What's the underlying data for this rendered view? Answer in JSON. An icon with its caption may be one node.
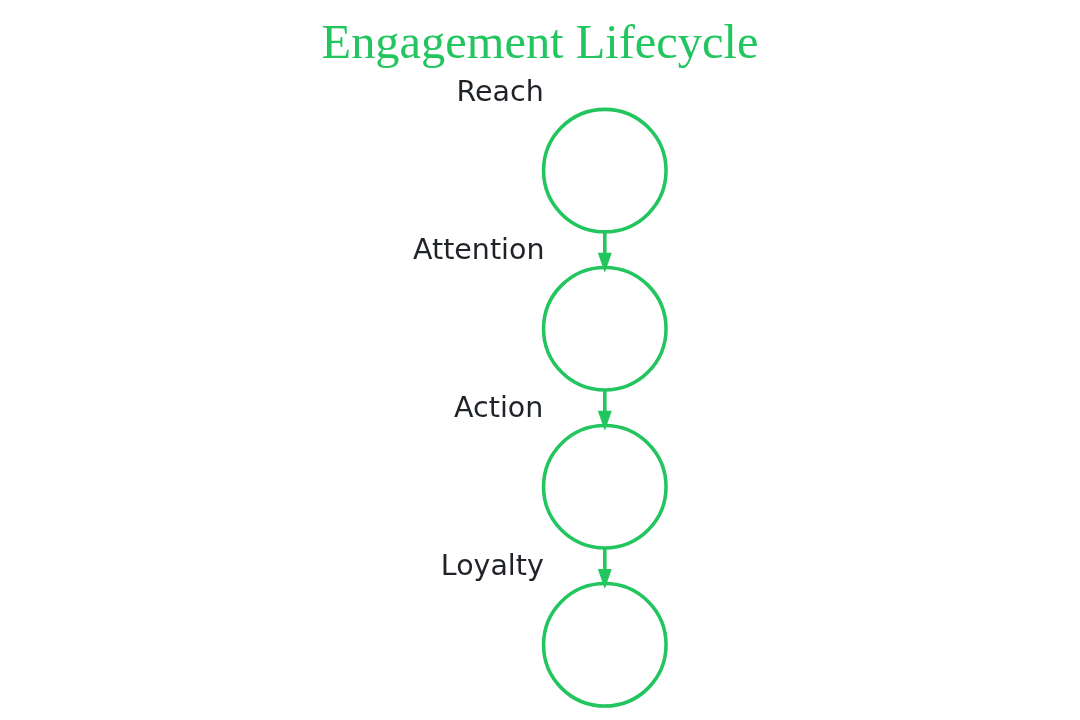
{
  "diagram": {
    "title": "Engagement Lifecycle",
    "nodes": [
      {
        "text": [],
        "shape": "circle",
        "beside": [
          "Reach"
        ]
      },
      {
        "text": [],
        "shape": "circle",
        "beside": [
          "Attention"
        ]
      },
      {
        "text": [],
        "shape": "circle",
        "beside": [
          "Action"
        ]
      },
      {
        "text": [],
        "shape": "circle",
        "beside": [
          "Loyalty"
        ]
      }
    ],
    "edges": [
      {
        "from": 0,
        "to": 1,
        "arrow": "to"
      },
      {
        "from": 1,
        "to": 2,
        "arrow": "to"
      },
      {
        "from": 2,
        "to": 3,
        "arrow": "to"
      }
    ]
  }
}
